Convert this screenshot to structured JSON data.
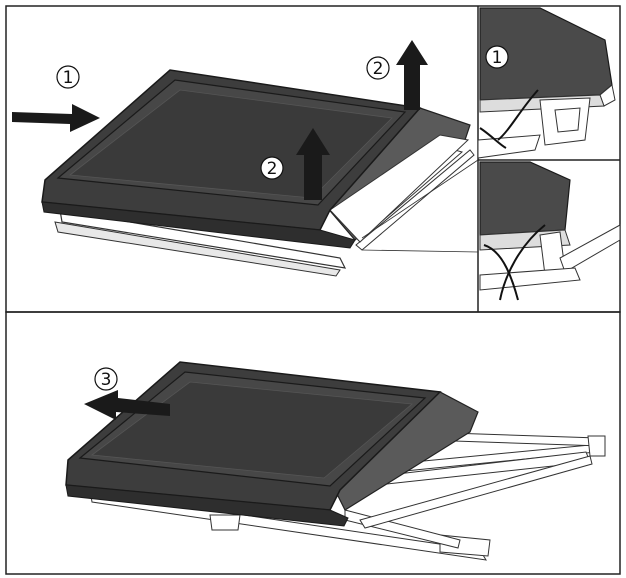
{
  "figure": {
    "colors": {
      "frame": "#222222",
      "shelf_dark": "#4a4a4a",
      "shelf_glass": "#3d3d3d",
      "arrow": "#1a1a1a",
      "rail": "#ffffff"
    },
    "panels": [
      {
        "id": "main-top",
        "steps": [
          "1",
          "2",
          "2"
        ]
      },
      {
        "id": "detail-top",
        "steps": [
          "1"
        ]
      },
      {
        "id": "detail-bottom",
        "steps": []
      },
      {
        "id": "main-bottom",
        "steps": [
          "3"
        ]
      }
    ],
    "icons": [
      "arrow-right-icon",
      "arrow-up-icon",
      "arrow-up-icon",
      "arrow-left-icon"
    ]
  }
}
